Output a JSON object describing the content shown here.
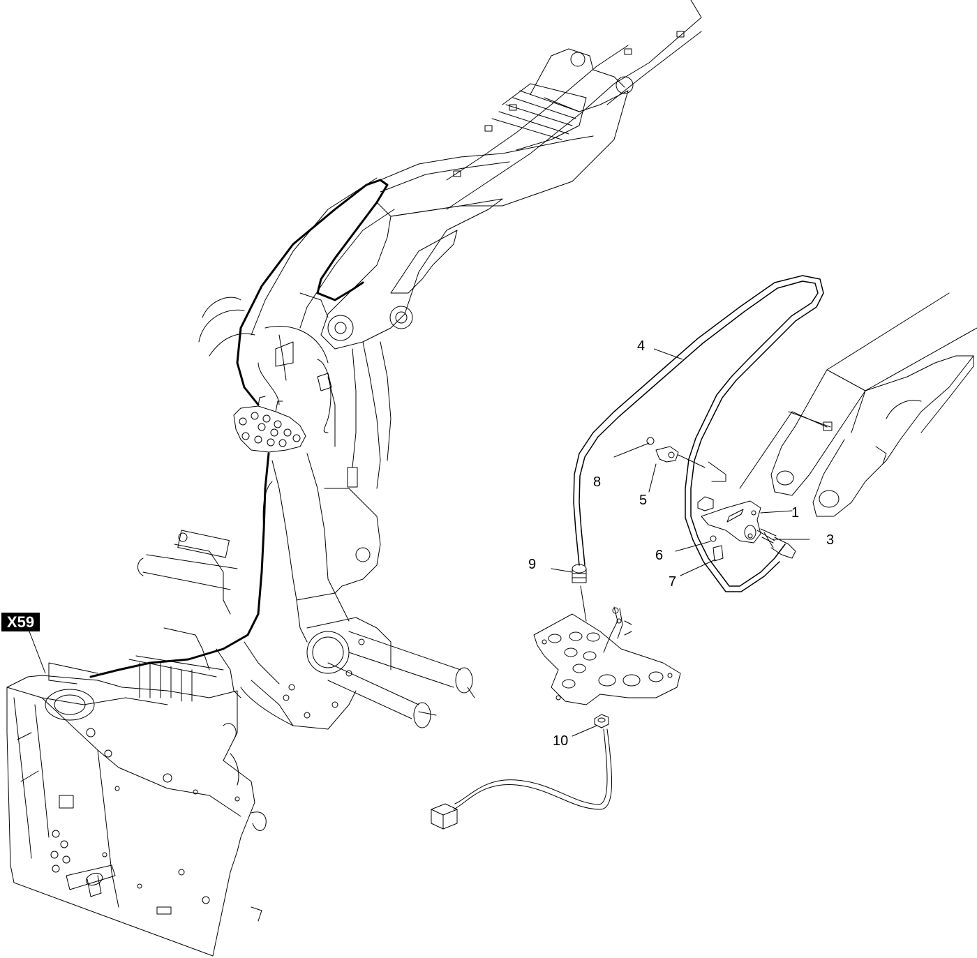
{
  "reference_tag": "X59",
  "callouts": [
    {
      "id": "1",
      "label": "1"
    },
    {
      "id": "3",
      "label": "3"
    },
    {
      "id": "4",
      "label": "4"
    },
    {
      "id": "5",
      "label": "5"
    },
    {
      "id": "6",
      "label": "6"
    },
    {
      "id": "7",
      "label": "7"
    },
    {
      "id": "8",
      "label": "8"
    },
    {
      "id": "9",
      "label": "9"
    },
    {
      "id": "10",
      "label": "10"
    }
  ],
  "colors": {
    "line": "#000000",
    "background": "#ffffff",
    "tag_bg": "#000000",
    "tag_text": "#ffffff"
  }
}
